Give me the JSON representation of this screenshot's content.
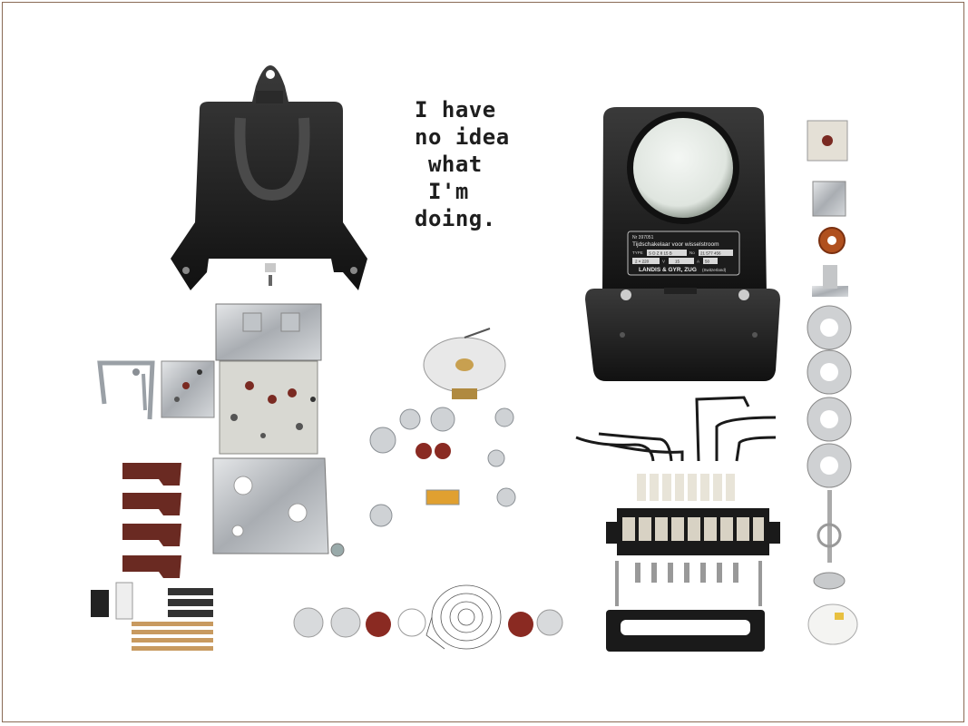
{
  "quote": {
    "line1": "I have",
    "line2": "no idea",
    "line3": " what",
    "line4": " I'm",
    "line5": "doing."
  },
  "nameplate": {
    "serial": "Nr 397051",
    "title": "Tijdschakelaar voor wisselstroom",
    "type_label": "TYPE",
    "type_value": "S D Z 8 15 B",
    "no_label": "No",
    "no_value": "21 577 456",
    "rating_1": "2 × 220",
    "rating_v": "V",
    "rating_2": "15",
    "rating_a": "A",
    "rating_3": "50",
    "maker": "LANDIS & GYR, ZUG",
    "country": "(Switzerland)"
  },
  "colors": {
    "background": "#ffffff",
    "frame": "#8a6a55",
    "bakelite": "#1a1a1a",
    "metal": "#b9bcc0",
    "fiber": "#6a2a22"
  }
}
